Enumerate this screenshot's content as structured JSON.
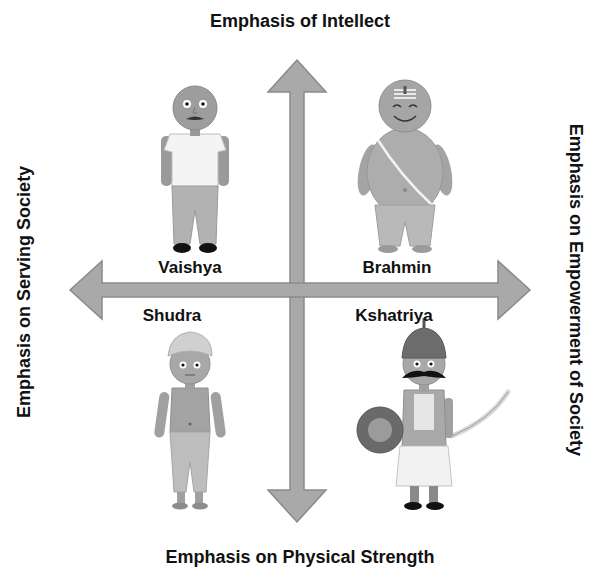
{
  "diagram": {
    "labels": [
      "Emphasis of Intellect",
      "Emphasis on Serving Society",
      "Vaishya",
      "Brahmin",
      "Emphasis on Empowerment of Society",
      "Shudra",
      "Kshatriya",
      "Emphasis on Physical Strength"
    ]
  }
}
